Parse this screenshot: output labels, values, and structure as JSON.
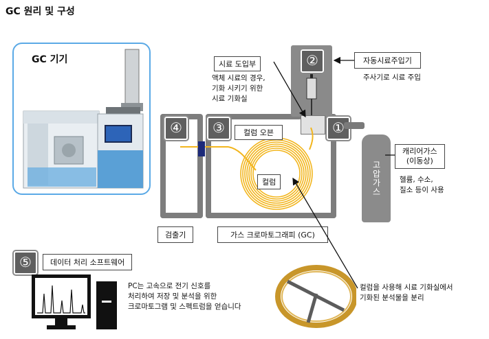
{
  "title": "GC 원리 및 구성",
  "gc_box": {
    "label": "GC 기기"
  },
  "badges": {
    "b1": "①",
    "b2": "②",
    "b3": "③",
    "b4": "④",
    "b5": "⑤"
  },
  "callouts": {
    "sample_inlet": "시료 도입부",
    "autosampler": "자동시료주입기",
    "column_oven": "컬럼 오븐",
    "column": "컬럼",
    "carrier_gas_line1": "캐리어가스",
    "carrier_gas_line2": "(이동상)",
    "detector": "검출기",
    "gas_chromatography": "가스 크로마토그래피 (GC)",
    "data_software": "데이터 처리 소프트웨어"
  },
  "notes": {
    "inlet_note": "액체 시료의 경우,\n기화 시키기 위한\n시료 기화실",
    "autosampler_note": "주사기로 시료 주입",
    "carrier_note": "헬륨, 수소,\n질소 등이 사용",
    "column_note": "컬럼을 사용해 시료 기화실에서\n기화된 분석물을 분리",
    "pc_note": "PC는 고속으로 전기 신호를\n처리하여 저장 및 분석을 위한\n크로마토그램 및 스펙트럼을 얻습니다"
  },
  "cylinder_label": "고압가스"
}
